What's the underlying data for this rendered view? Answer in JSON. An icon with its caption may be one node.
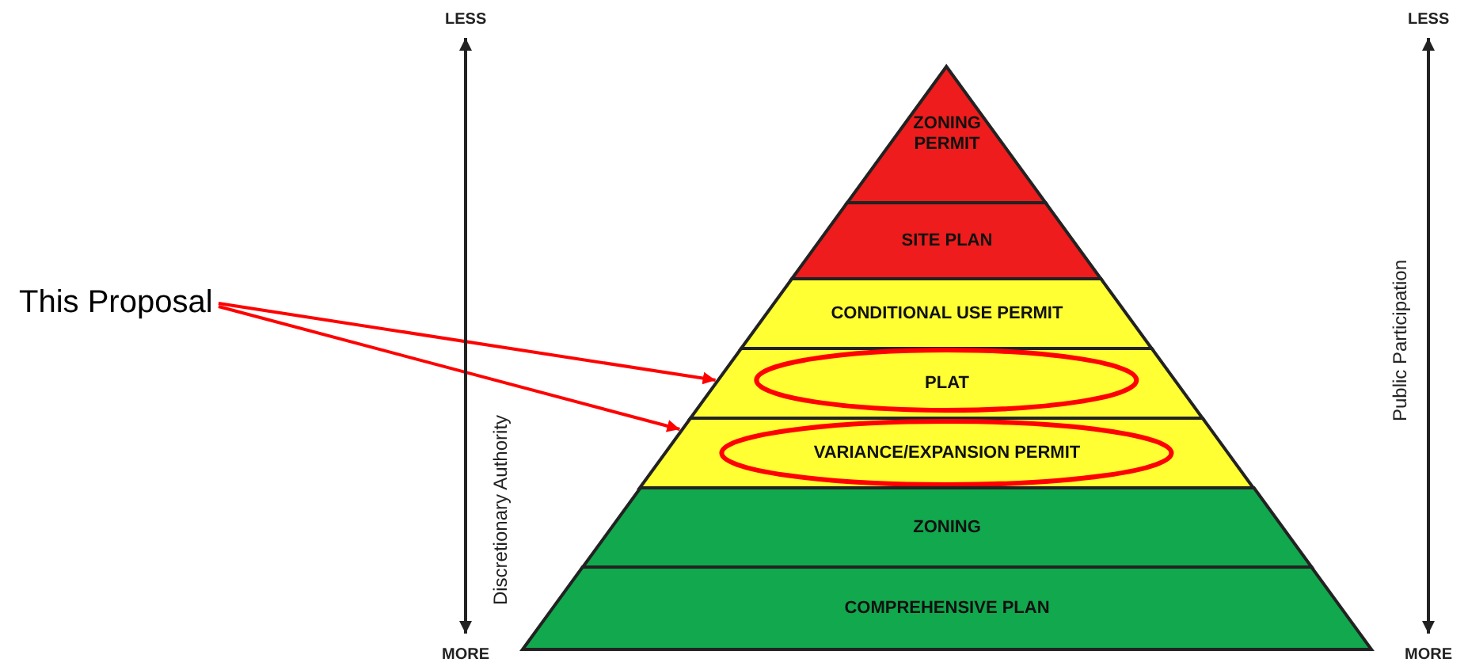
{
  "diagram": {
    "nodes": [
      {
        "text": [
          "ZONING PERMIT"
        ]
      },
      {
        "text": [
          "SITE PLAN"
        ]
      },
      {
        "text": [
          "CONDITIONAL USE PERMIT"
        ]
      },
      {
        "text": [
          "PLAT"
        ]
      },
      {
        "text": [
          "VARIANCE/EXPANSION PERMIT"
        ]
      },
      {
        "text": [
          "ZONING"
        ]
      },
      {
        "text": [
          "COMPREHENSIVE PLAN"
        ]
      },
      {
        "text": [
          "This Proposal"
        ]
      }
    ],
    "edges": [
      {
        "from": 7,
        "to": 3,
        "arrow": "to",
        "color": "#ff0000"
      },
      {
        "from": 7,
        "to": 4,
        "arrow": "to",
        "color": "#ff0000"
      }
    ],
    "labels": [
      "LESS",
      "Discretionary Authority",
      "MORE",
      "LESS",
      "Public Participation",
      "MORE"
    ]
  }
}
